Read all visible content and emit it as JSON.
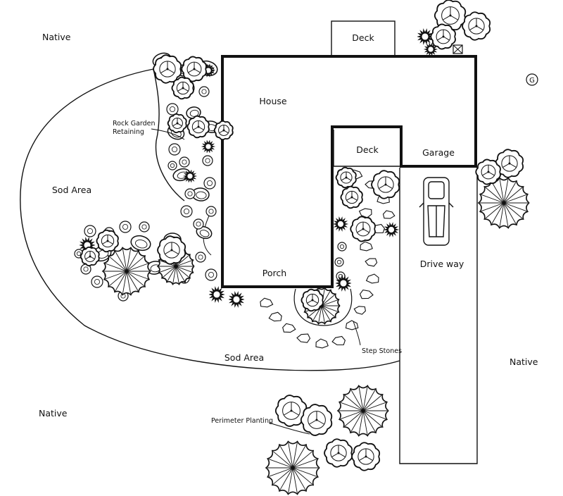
{
  "labels": {
    "native_top_left": "Native",
    "native_bottom_left": "Native",
    "native_right": "Native",
    "house": "House",
    "deck_top": "Deck",
    "deck_inner": "Deck",
    "garage": "Garage",
    "porch": "Porch",
    "driveway": "Drive way",
    "sod_area_left": "Sod Area",
    "sod_area_bottom": "Sod Area",
    "rock_garden_line1": "Rock Garden",
    "rock_garden_line2": "Retaining",
    "step_stones": "Step Stones",
    "perimeter_planting": "Perimeter Planting",
    "north_marker": "G"
  },
  "icons": {
    "north": "north-marker-icon",
    "vehicle": "car-icon",
    "tree": "tree-symbol-icon",
    "palm": "palm-symbol-icon",
    "shrub": "shrub-symbol-icon",
    "boulder": "boulder-symbol-icon",
    "stone": "stepping-stone-icon"
  },
  "colors": {
    "ink": "#111111",
    "paper": "#ffffff"
  }
}
